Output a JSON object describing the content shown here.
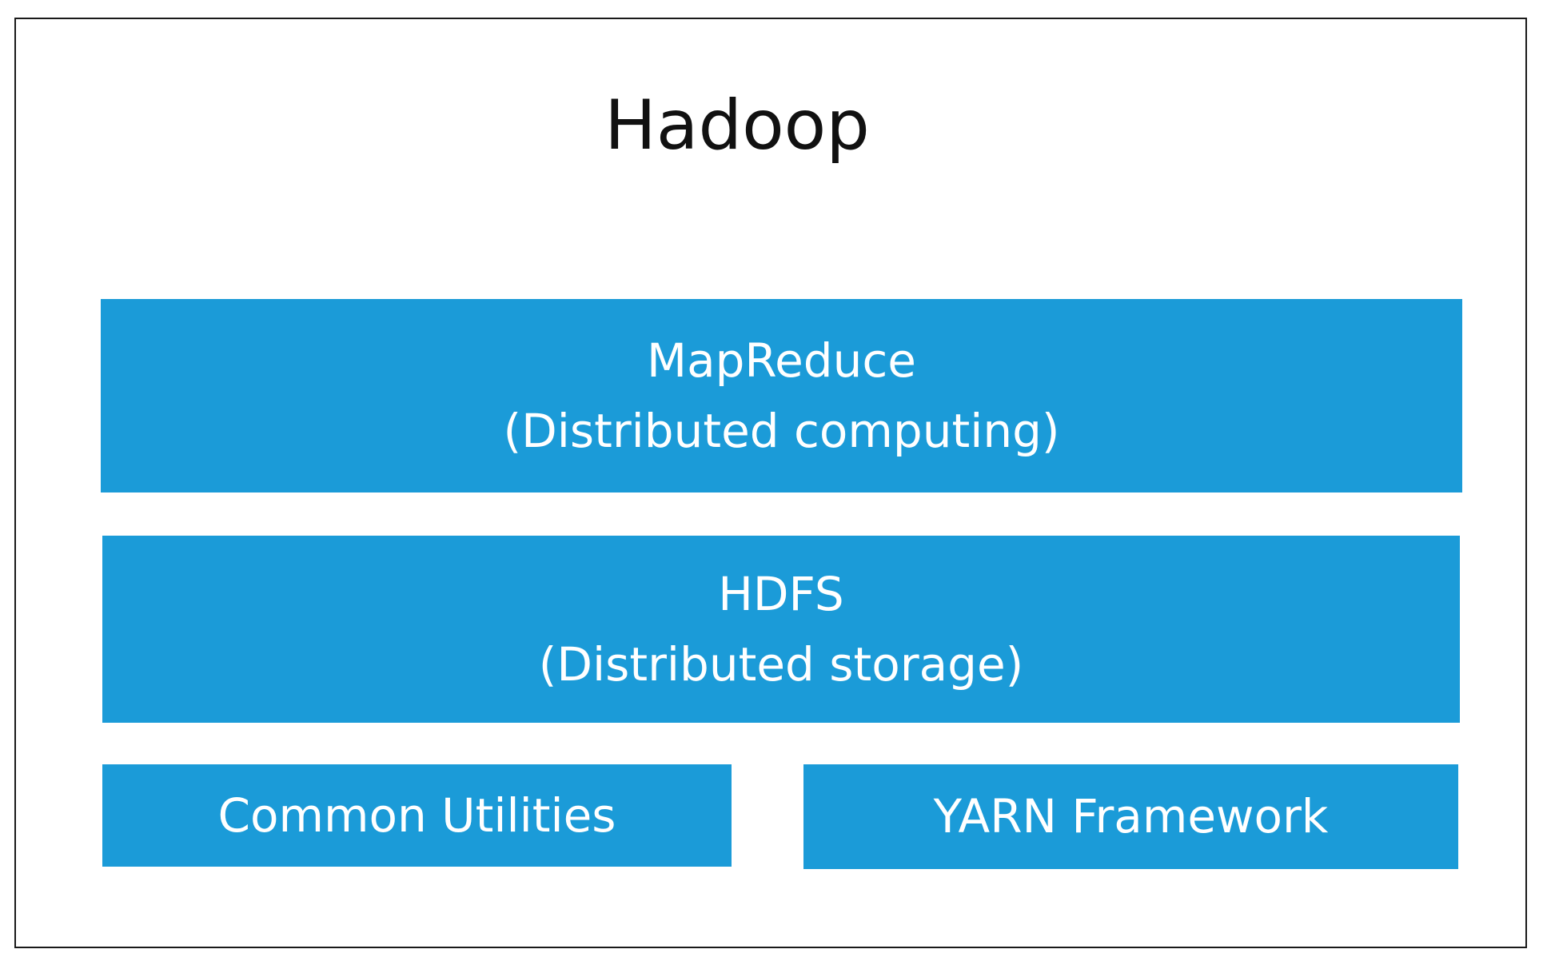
{
  "title": "Hadoop",
  "colors": {
    "block_fill": "#1B9BD8",
    "block_text": "#FFFFFF",
    "border": "#1A1A1A",
    "title_text": "#111111"
  },
  "layers": {
    "mapreduce": {
      "name": "MapReduce",
      "description": "(Distributed computing)"
    },
    "hdfs": {
      "name": "HDFS",
      "description": "(Distributed storage)"
    },
    "common": {
      "name": "Common Utilities"
    },
    "yarn": {
      "name": "YARN Framework"
    }
  }
}
